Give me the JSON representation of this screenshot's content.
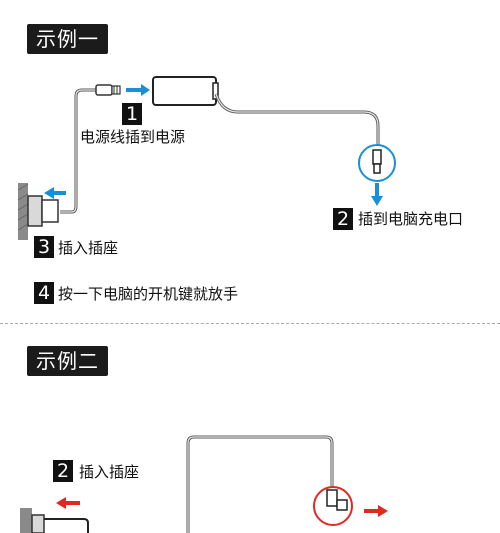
{
  "example1": {
    "title": "示例一",
    "steps": [
      {
        "num": "1",
        "text": "电源线插到电源"
      },
      {
        "num": "2",
        "text": "插到电脑充电口"
      },
      {
        "num": "3",
        "text": "插入插座"
      },
      {
        "num": "4",
        "text": "按一下电脑的开机键就放手"
      }
    ]
  },
  "example2": {
    "title": "示例二",
    "steps": [
      {
        "num": "2",
        "text": "插入插座"
      }
    ]
  },
  "colors": {
    "blue_arrow": "#1a8fd8",
    "red_arrow": "#e02a1f",
    "tag_bg": "#1b1b1b"
  }
}
